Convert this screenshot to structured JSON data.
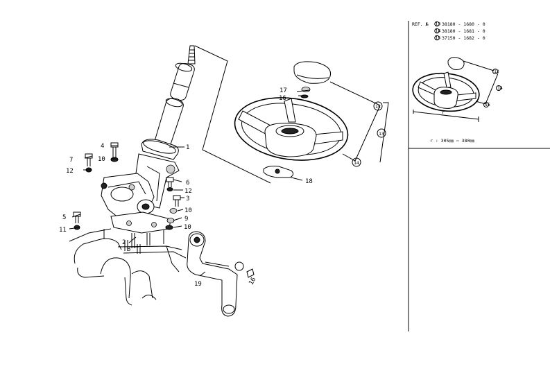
{
  "callouts": {
    "c1": "1",
    "c2": "2",
    "c3": "3",
    "c4": "4",
    "c5": "5",
    "c6": "6",
    "c7": "7",
    "c8": "8",
    "c9": "9",
    "c10a": "10",
    "c10b": "10",
    "c10c": "10",
    "c11": "11",
    "c12a": "12",
    "c12b": "12",
    "c16": "16",
    "c17": "17",
    "c18": "18",
    "c19": "19",
    "c14": "14",
    "c13": "13",
    "c15": "15",
    "c_sub": "16"
  },
  "ref_panel": {
    "title": "REF. №",
    "refs": [
      {
        "mark": "13",
        "code": "38180 - 1680 - 0"
      },
      {
        "mark": "14",
        "code": "38180 - 1681 - 0"
      },
      {
        "mark": "15",
        "code": "37150 - 1682 - 0"
      }
    ],
    "inset_callouts": [
      "13",
      "14",
      "15"
    ],
    "dimension_mark": "r",
    "note": "r : 305㎜ ⇨ 380㎜"
  }
}
